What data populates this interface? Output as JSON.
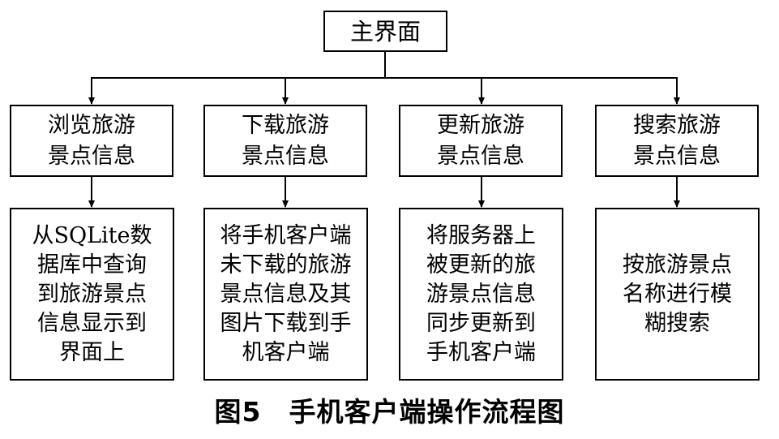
{
  "root": {
    "label": "主界面"
  },
  "categories": [
    {
      "label": "浏览旅游\n景点信息"
    },
    {
      "label": "下载旅游\n景点信息"
    },
    {
      "label": "更新旅游\n景点信息"
    },
    {
      "label": "搜索旅游\n景点信息"
    }
  ],
  "descriptions": [
    {
      "text": "从SQLite数\n据库中查询\n到旅游景点\n信息显示到\n界面上"
    },
    {
      "text": "将手机客户端\n未下载的旅游\n景点信息及其\n图片下载到手\n机客户端"
    },
    {
      "text": "将服务器上\n被更新的旅\n游景点信息\n同步更新到\n手机客户端"
    },
    {
      "text": "按旅游景点\n名称进行模\n糊搜索"
    }
  ],
  "caption": "图5　手机客户端操作流程图"
}
